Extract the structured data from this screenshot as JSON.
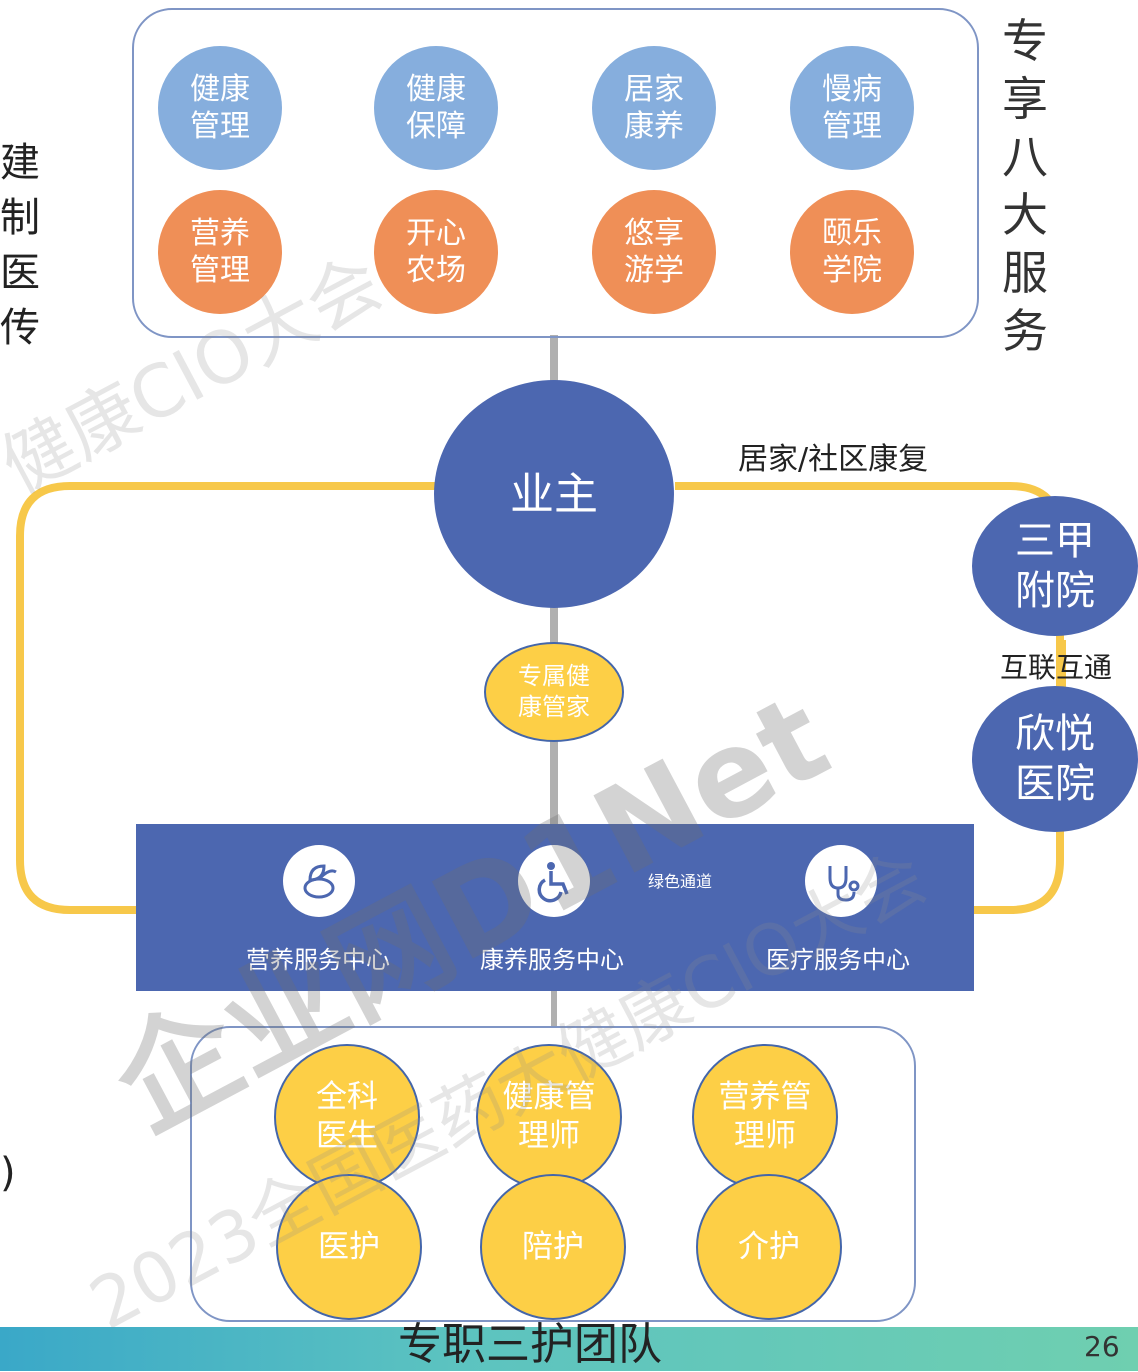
{
  "left_fragments": [
    "建",
    "制",
    "医",
    "传",
    ")"
  ],
  "services": {
    "title": "专\n享\n八\n大\n服\n务",
    "blue": [
      "健康\n管理",
      "健康\n保障",
      "居家\n康养",
      "慢病\n管理"
    ],
    "orange": [
      "营养\n管理",
      "开心\n农场",
      "悠享\n游学",
      "颐乐\n学院"
    ]
  },
  "owner": "业主",
  "home_rehab": "居家/社区康复",
  "hospitals": {
    "top": "三甲\n附院",
    "interconnect": "互联互通",
    "bottom": "欣悦\n医院"
  },
  "butler": "专属健\n康管家",
  "service_centers": {
    "nutrition": "营养服务中心",
    "rehab": "康养服务中心",
    "medical": "医疗服务中心",
    "green_channel": "绿色通道",
    "icons": [
      "leaf-bowl-icon",
      "wheelchair-icon",
      "stethoscope-icon"
    ]
  },
  "team": {
    "row1": [
      "全科\n医生",
      "健康管\n理师",
      "营养管\n理师"
    ],
    "row2": [
      "医护",
      "陪护",
      "介护"
    ],
    "title": "专职三护团队"
  },
  "page_number": "26",
  "watermarks": [
    "健康CIO大会",
    "企业网D1Net",
    "2023全国医药大健康CIO大会"
  ],
  "colors": {
    "navy": "#4c67b0",
    "light_blue": "#86aedd",
    "orange": "#ef8f57",
    "yellow": "#fdcf46",
    "loop": "#f7c84a"
  }
}
